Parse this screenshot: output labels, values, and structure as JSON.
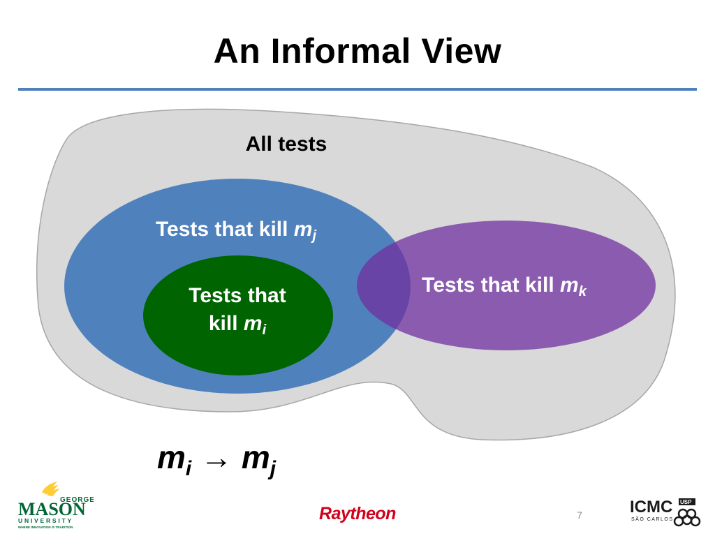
{
  "slide": {
    "title": "An Informal View",
    "page_number": "7"
  },
  "diagram": {
    "all_tests_label": "All tests",
    "mj_label_prefix": "Tests that kill ",
    "mj_var": "m",
    "mj_sub": "j",
    "mi_label_line1": "Tests that",
    "mi_label_prefix": "kill ",
    "mi_var": "m",
    "mi_sub": "i",
    "mk_label_prefix": "Tests that kill ",
    "mk_var": "m",
    "mk_sub": "k"
  },
  "formula": {
    "lhs_var": "m",
    "lhs_sub": "i",
    "arrow": "→",
    "rhs_var": "m",
    "rhs_sub": "j"
  },
  "logos": {
    "gmu_line1": "GEORGE",
    "gmu_line2": "MASON",
    "gmu_line3": "UNIVERSITY",
    "gmu_tagline": "WHERE INNOVATION IS TRADITION",
    "raytheon": "Raytheon",
    "icmc": "ICMC",
    "icmc_sub": "SÃO CARLOS",
    "usp": "USP"
  },
  "colors": {
    "rule": "#4f81bd",
    "blob": "#d9d9d9",
    "mj_fill": "#4f81bd",
    "mi_fill": "#006400",
    "mk_fill": "#7030a0",
    "gmu_green": "#006633",
    "gmu_gold": "#ffcc33",
    "raytheon_red": "#d0021b"
  }
}
